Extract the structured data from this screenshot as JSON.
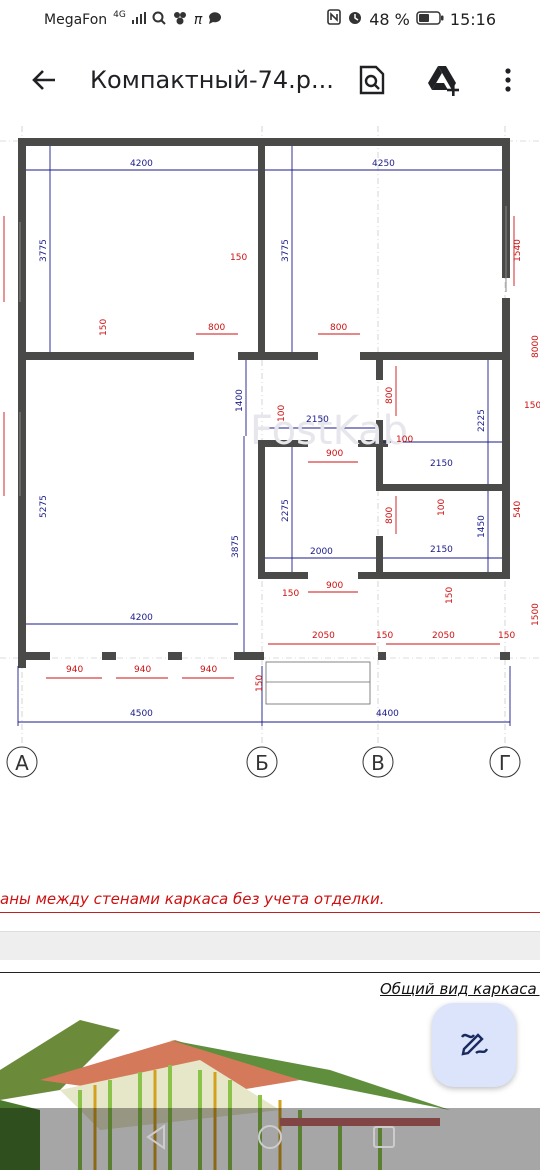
{
  "status_bar": {
    "carrier": "MegaFon",
    "network": "4G",
    "extra_glyph": "π",
    "battery": "48 %",
    "time": "15:16",
    "icons": [
      "signal-icon",
      "search-icon",
      "people-icon",
      "chat-icon",
      "nfc-icon",
      "alarm-icon",
      "battery-icon"
    ]
  },
  "app_bar": {
    "title": "Компактный-74.р...",
    "icons": [
      "back-arrow-icon",
      "document-search-icon",
      "drive-add-icon",
      "more-vertical-icon"
    ]
  },
  "plan": {
    "dims_top": [
      "4200",
      "4250"
    ],
    "dims_room": [
      "3775",
      "3775",
      "150",
      "150",
      "800",
      "800",
      "1540",
      "8000",
      "1400",
      "2150",
      "100",
      "800",
      "2225",
      "150",
      "100",
      "900",
      "2150",
      "5275",
      "3875",
      "2275",
      "2000",
      "800",
      "100",
      "1450",
      "540",
      "2150",
      "150",
      "900",
      "150",
      "4200",
      "2050",
      "150",
      "2050",
      "150",
      "1500",
      "940",
      "940",
      "940",
      "150"
    ],
    "dims_bottom": [
      "4500",
      "4400"
    ],
    "axes": [
      "А",
      "Б",
      "В",
      "Г"
    ],
    "watermark": "FostKab"
  },
  "note": "аны между стенами каркаса без учета отделки.",
  "page2_caption": "Общий вид каркаса д",
  "fab": {
    "icon": "pen-edit-icon"
  },
  "nav": {
    "icons": [
      "nav-back-icon",
      "nav-home-icon",
      "nav-recents-icon"
    ]
  },
  "colors": {
    "wall": "#4a4a48",
    "dim_blue": "#1b1b8a",
    "dim_red": "#cc1111",
    "fab_bg": "#dbe4fb"
  }
}
